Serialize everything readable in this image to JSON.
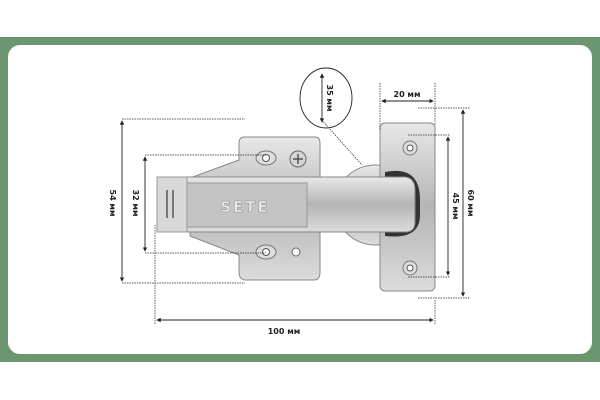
{
  "brand_mark": "SETE",
  "colors": {
    "frame": "#6b9670",
    "metal": "#c9c9c9",
    "line": "#222222"
  },
  "dimensions": {
    "cup_diameter": "35 мм",
    "plate_width": "20 мм",
    "plate_height": "60 мм",
    "plate_holes": "45 мм",
    "mount_height": "54 мм",
    "mount_holes": "32 мм",
    "total_length": "100 мм"
  }
}
